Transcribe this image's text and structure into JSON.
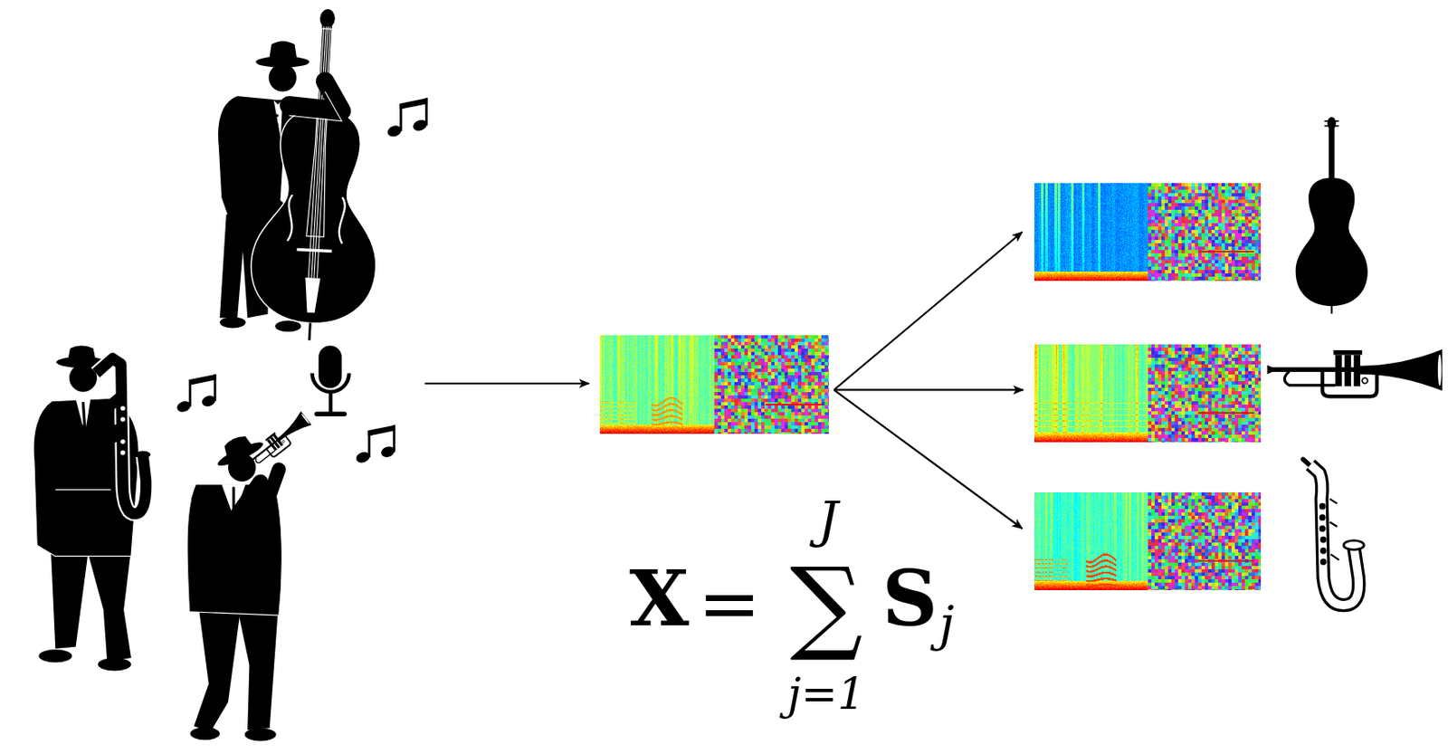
{
  "diagram": {
    "labels": [
      "X",
      "=",
      "∑",
      "J",
      "j=1",
      "S",
      "j"
    ]
  }
}
